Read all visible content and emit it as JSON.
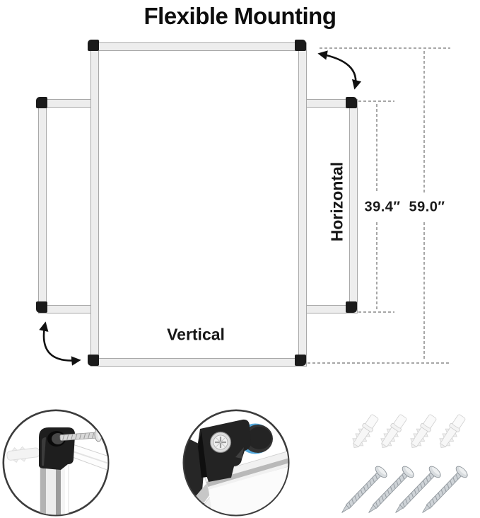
{
  "title": "Flexible Mounting",
  "diagram": {
    "horizontal_label": "Horizontal",
    "vertical_label": "Vertical",
    "dim_horizontal_board": "39.4″",
    "dim_vertical_board": "59.0″"
  },
  "details": {
    "left_circle": "corner-bracket-with-wall-anchor-and-screw",
    "middle_circle": "installed-corner-bracket-with-magnet",
    "wall_anchor_count": 4,
    "screw_count": 4
  },
  "colors": {
    "frame_fill": "#ededed",
    "frame_edge": "#a8a8a8",
    "corner_cap": "#1b1b1b",
    "dash_line": "#8a8a8a",
    "arrow": "#111111",
    "magnet_blue": "#53a9dd",
    "screw_metal": "#ced3d7"
  }
}
